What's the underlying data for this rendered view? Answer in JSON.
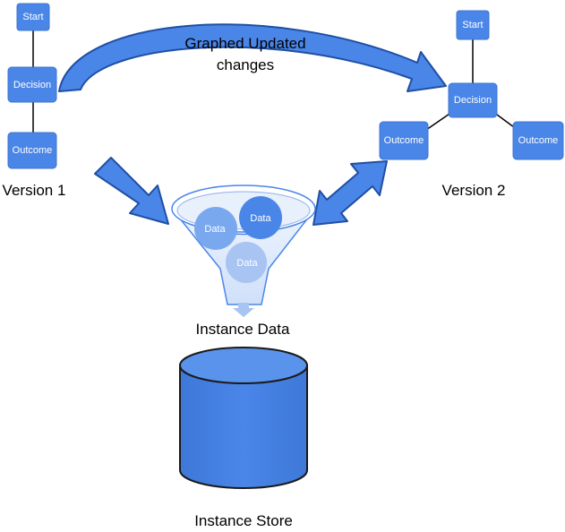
{
  "version1": {
    "label": "Version 1",
    "start": "Start",
    "decision": "Decision",
    "outcome": "Outcome"
  },
  "version2": {
    "label": "Version 2",
    "start": "Start",
    "decision": "Decision",
    "outcome_left": "Outcome",
    "outcome_right": "Outcome"
  },
  "curved_arrow": {
    "line1": "Graphed Updated",
    "line2": "changes"
  },
  "funnel": {
    "bubble1": "Data",
    "bubble2": "Data",
    "bubble3": "Data"
  },
  "instance_data_label": "Instance Data",
  "instance_store_label": "Instance Store",
  "colors": {
    "accent": "#4a86e8",
    "bubble_light": "#a7c4f2",
    "bubble_mid": "#7aa8ef"
  }
}
